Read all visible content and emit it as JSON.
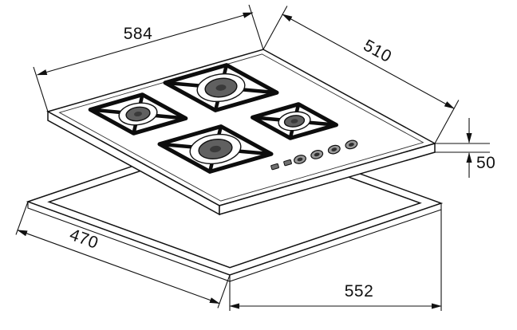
{
  "dimensions": {
    "hob_width_mm": "584",
    "hob_depth_mm": "510",
    "hob_height_mm": "50",
    "cutout_depth_mm": "470",
    "cutout_width_mm": "552"
  },
  "colors": {
    "line": "#111111",
    "grate": "#0d0d0d",
    "burner_inner": "#606060",
    "burner_center": "#3a3a3a",
    "knob": "#9a9a9a",
    "background": "#ffffff"
  }
}
